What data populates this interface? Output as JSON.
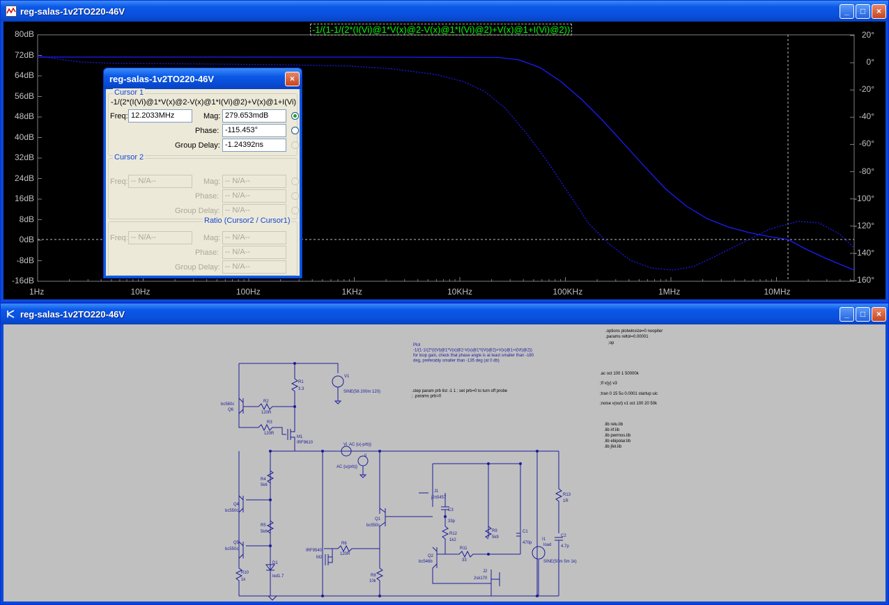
{
  "plot_window": {
    "title": "reg-salas-1v2TO220-46V",
    "trace_expression": "-1/(1-1/(2*(I(Vi)@1*V(x)@2-V(x)@1*I(Vi)@2)+V(x)@1+I(Vi)@2))",
    "left_axis": [
      "80dB",
      "72dB",
      "64dB",
      "56dB",
      "48dB",
      "40dB",
      "32dB",
      "24dB",
      "16dB",
      "8dB",
      "0dB",
      "-8dB",
      "-16dB"
    ],
    "right_axis": [
      "20°",
      "0°",
      "-20°",
      "-40°",
      "-60°",
      "-80°",
      "-100°",
      "-120°",
      "-140°",
      "-160°"
    ],
    "x_axis": [
      "1Hz",
      "10Hz",
      "100Hz",
      "1KHz",
      "10KHz",
      "100KHz",
      "1MHz",
      "10MHz"
    ],
    "colors": {
      "trace": "#1c1cff",
      "background": "#000000",
      "axis_text": "#c0c0c0",
      "expression": "#00ff00"
    }
  },
  "cursor_dialog": {
    "title": "reg-salas-1v2TO220-46V",
    "cursor1": {
      "label": "Cursor 1",
      "expression": "-1/(2*(I(Vi)@1*V(x)@2-V(x)@1*I(Vi)@2)+V(x)@1+I(Vi)",
      "freq_label": "Freq:",
      "freq": "12.2033MHz",
      "mag_label": "Mag:",
      "mag": "279.653mdB",
      "phase_label": "Phase:",
      "phase": "-115.453°",
      "gd_label": "Group Delay:",
      "gd": "-1.24392ns"
    },
    "cursor2": {
      "label": "Cursor 2",
      "freq_label": "Freq:",
      "freq": "-- N/A--",
      "mag_label": "Mag:",
      "mag": "-- N/A--",
      "phase_label": "Phase:",
      "phase": "-- N/A--",
      "gd_label": "Group Delay:",
      "gd": "-- N/A--"
    },
    "ratio": {
      "label": "Ratio (Cursor2 / Cursor1)",
      "freq_label": "Freq:",
      "freq": "-- N/A--",
      "mag_label": "Mag:",
      "mag": "-- N/A--",
      "phase_label": "Phase:",
      "phase": "-- N/A--",
      "gd_label": "Group Delay:",
      "gd": "-- N/A--"
    }
  },
  "schematic_window": {
    "title": "reg-salas-1v2TO220-46V",
    "directives": [
      ".options plotwinsize=0 noopiter",
      ".params reltol=0.00001",
      ";op",
      ".ac oct 100 1 50000k",
      ";tf v(y) v3",
      ";tran 0 15 5u 0.0001 startup uic",
      ";noise v(out) v1 oct 100 20 50k",
      ".lib relu.lib",
      ".lib irf.lib",
      ".lib pwrmos.lib",
      ".lib ebipolar.lib",
      ".lib jfet.lib"
    ],
    "plot_note": [
      "Plot",
      "-1/(1-1/(2*(I(Vi)@1*V(x)@2-V(x)@1*I(Vi)@2)+V(x)@1+I(Vi)@2))",
      "for loop gain, check that phase angle is at least smaller than -180",
      "deg, preferably smaller than -135 deg (at 0 db)"
    ],
    "step_note": [
      ".step param prb list -1 1 ; set prb=0 to turn off probe",
      "; .params prb=0"
    ],
    "parts": {
      "V1": "V1",
      "V1v": "SINE(56 200m 120)",
      "R1": "R1",
      "R1v": "3.3",
      "Q6": "Q6",
      "Q6v": "bc560c",
      "R2": "R2",
      "R2v": "120R",
      "R3": "R3",
      "R3v": "120R",
      "M1": "M1",
      "M1v": "IRF9610",
      "Vi": "Vi",
      "Viv": "AC {u(-prb)}",
      "Ii": "Ii",
      "Iiv": "AC {u(prb)}",
      "R4": "R4",
      "R4v": "5k6",
      "R5": "R5",
      "R5v": "5k6",
      "Q4": "Q4",
      "Q4v": "bc550c",
      "Q5": "Q5",
      "Q5v": "bc550c",
      "R10": "R10",
      "R10v": "1k",
      "D1": "D1",
      "D1v": "led1.7",
      "M2": "M2",
      "M2v": "IRF9540",
      "R6": "R6",
      "R6v": "120R",
      "R8": "R8",
      "R8v": "10k",
      "Q1": "Q1",
      "Q1v": "bc550c",
      "J1": "J1",
      "J1v": "j2n5457",
      "C3": "C3",
      "C3v": "33p",
      "R12": "R12",
      "R12v": "1k2",
      "Q2": "Q2",
      "Q2v": "bc546b",
      "R11": "R11",
      "R11v": "33",
      "J2": "J2",
      "J2v": "2sk170",
      "R9": "R9",
      "R9v": "5k9",
      "C1": "C1",
      "C1v": "470p",
      "I1": "I1",
      "I1v": "load",
      "Iwave": "SINE(50m 5m 1k)",
      "C2": "C2",
      "C2v": "4.7p",
      "R13": "R13",
      "R13v": "1R"
    }
  }
}
